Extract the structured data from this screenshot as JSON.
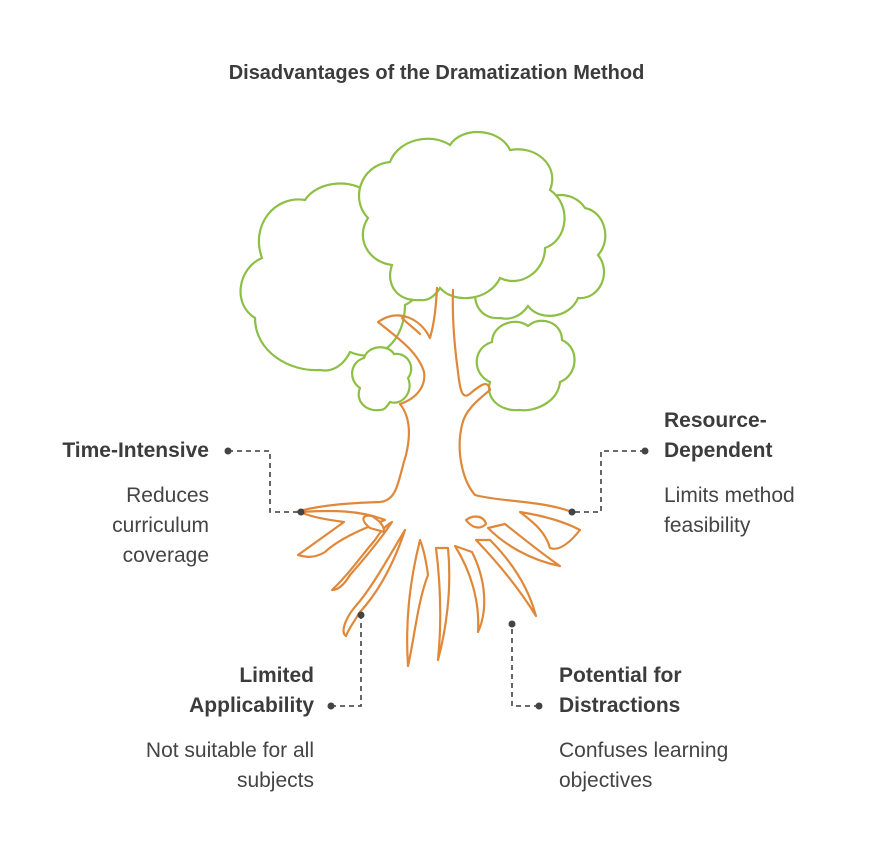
{
  "title": "Disadvantages of the Dramatization Method",
  "colors": {
    "canopy": "#8dbf45",
    "trunk": "#e0883a",
    "connector": "#444444",
    "text": "#3c3c3c"
  },
  "items": [
    {
      "title": "Time-Intensive",
      "description": "Reduces curriculum coverage"
    },
    {
      "title": "Resource-Dependent",
      "description": "Limits method feasibility"
    },
    {
      "title": "Limited Applicability",
      "description": "Not suitable for all subjects"
    },
    {
      "title": "Potential for Distractions",
      "description": "Confuses learning objectives"
    }
  ],
  "text_lines": {
    "t0": [
      "Time-Intensive"
    ],
    "d0": [
      "Reduces",
      "curriculum",
      "coverage"
    ],
    "t1": [
      "Resource-",
      "Dependent"
    ],
    "d1": [
      "Limits method",
      "feasibility"
    ],
    "t2": [
      "Limited",
      "Applicability"
    ],
    "d2": [
      "Not suitable for all",
      "subjects"
    ],
    "t3": [
      "Potential for",
      "Distractions"
    ],
    "d3": [
      "Confuses learning",
      "objectives"
    ]
  }
}
